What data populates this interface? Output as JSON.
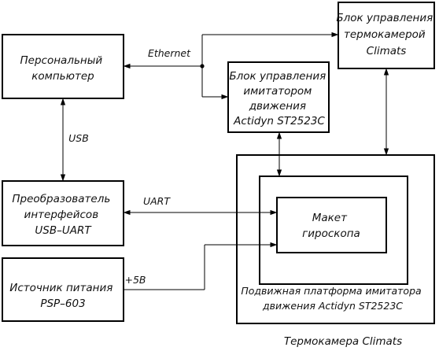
{
  "blocks": {
    "pc": [
      "Персональный",
      "компьютер"
    ],
    "climats_control": [
      "Блок управления",
      "термокамерой",
      "Climats"
    ],
    "motion_sim_control": [
      "Блок управления",
      "имитатором",
      "движения",
      "Actidyn ST2523C"
    ],
    "converter": [
      "Преобразователь",
      "интерфейсов",
      "USB–UART"
    ],
    "power_supply": [
      "Источник питания",
      "PSP–603"
    ],
    "gyro": [
      "Макет",
      "гироскопа"
    ],
    "platform": [
      "Подвижная платформа имитатора",
      "движения Actidyn ST2523C"
    ],
    "chamber": "Термокамера Climats"
  },
  "links": {
    "ethernet": "Ethernet",
    "usb": "USB",
    "uart": "UART",
    "power": "+5В"
  }
}
